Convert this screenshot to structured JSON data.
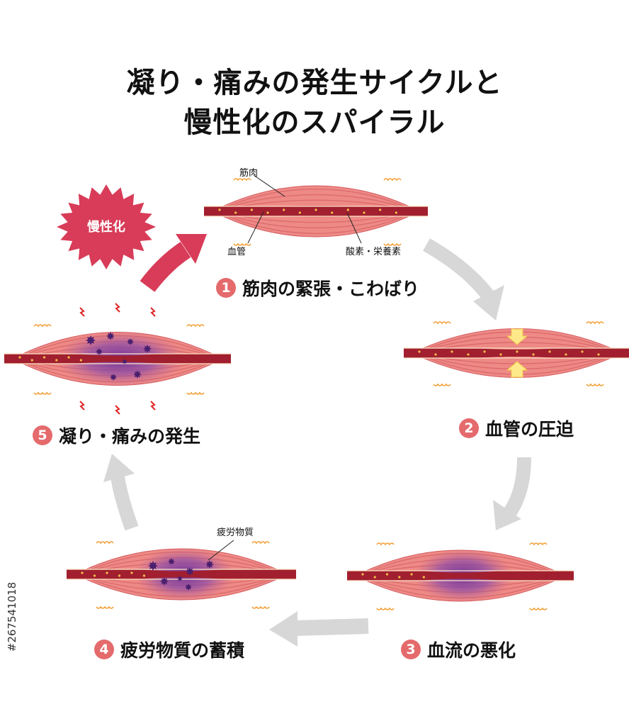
{
  "title": {
    "line1": "凝り・痛みの発生サイクルと",
    "line2": "慢性化のスパイラル"
  },
  "burst": {
    "label": "慢性化"
  },
  "callouts": {
    "muscle": "筋肉",
    "vessel": "血管",
    "nutrients": "酸素・栄養素",
    "fatigue": "疲労物質"
  },
  "steps": [
    {
      "num": "1",
      "label": "筋肉の緊張・こわばり"
    },
    {
      "num": "2",
      "label": "血管の圧迫"
    },
    {
      "num": "3",
      "label": "血流の悪化"
    },
    {
      "num": "4",
      "label": "疲労物質の蓄積"
    },
    {
      "num": "5",
      "label": "凝り・痛みの発生"
    }
  ],
  "watermark": "#267541018",
  "colors": {
    "muscle": "#ee8a86",
    "muscle_stripe": "#d45e62",
    "vessel": "#a11f2f",
    "vessel_lining": "#ffe8c8",
    "nutrient": "#f4c04a",
    "fatigue": "#4a1f6e",
    "bruise": "#7a3f9d",
    "cycle_arrow": "#d7d7d7",
    "chronic_arrow": "#d83c58",
    "spark": "#e02424",
    "squiggle": "#f2a13a",
    "step_circle": "#e46a6c"
  }
}
